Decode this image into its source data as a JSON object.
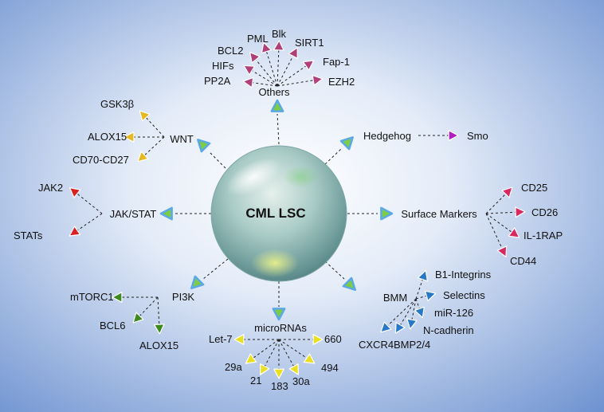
{
  "center": {
    "label": "CML LSC"
  },
  "branches": {
    "others": {
      "label": "Others",
      "targets": [
        "PP2A",
        "HIFs",
        "BCL2",
        "PML",
        "Blk",
        "SIRT1",
        "Fap-1",
        "EZH2"
      ]
    },
    "wnt": {
      "label": "WNT",
      "targets": [
        "GSK3β",
        "ALOX15",
        "CD70-CD27"
      ]
    },
    "hedgehog": {
      "label": "Hedgehog",
      "targets": [
        "Smo"
      ]
    },
    "jakstat": {
      "label": "JAK/STAT",
      "targets": [
        "JAK2",
        "STATs"
      ]
    },
    "surface": {
      "label": "Surface Markers",
      "targets": [
        "CD25",
        "CD26",
        "IL-1RAP",
        "CD44"
      ]
    },
    "pi3k": {
      "label": "PI3K",
      "targets": [
        "mTORC1",
        "BCL6",
        "ALOX15"
      ]
    },
    "bmm": {
      "label": "BMM",
      "targets": [
        "B1-Integrins",
        "Selectins",
        "miR-126",
        "N-cadherin",
        "BMP2/4",
        "CXCR4"
      ]
    },
    "micrornas": {
      "label": "microRNAs",
      "targets": [
        "Let-7",
        "660",
        "29a",
        "21",
        "183",
        "30a",
        "494"
      ]
    }
  },
  "colors": {
    "background_center": "#ffffff",
    "background_edge": "#6f93d1",
    "branch_arrow": "#7ccc45",
    "branch_arrow_glow": "#5aa8e8",
    "others_arrow": "#b0407a",
    "wnt_arrow": "#e8b820",
    "hedgehog_arrow": "#b020c0",
    "jakstat_arrow": "#d82020",
    "surface_arrow": "#d82860",
    "pi3k_arrow": "#3c8a20",
    "bmm_arrow": "#2878c8",
    "micrornas_arrow": "#e8e020"
  }
}
